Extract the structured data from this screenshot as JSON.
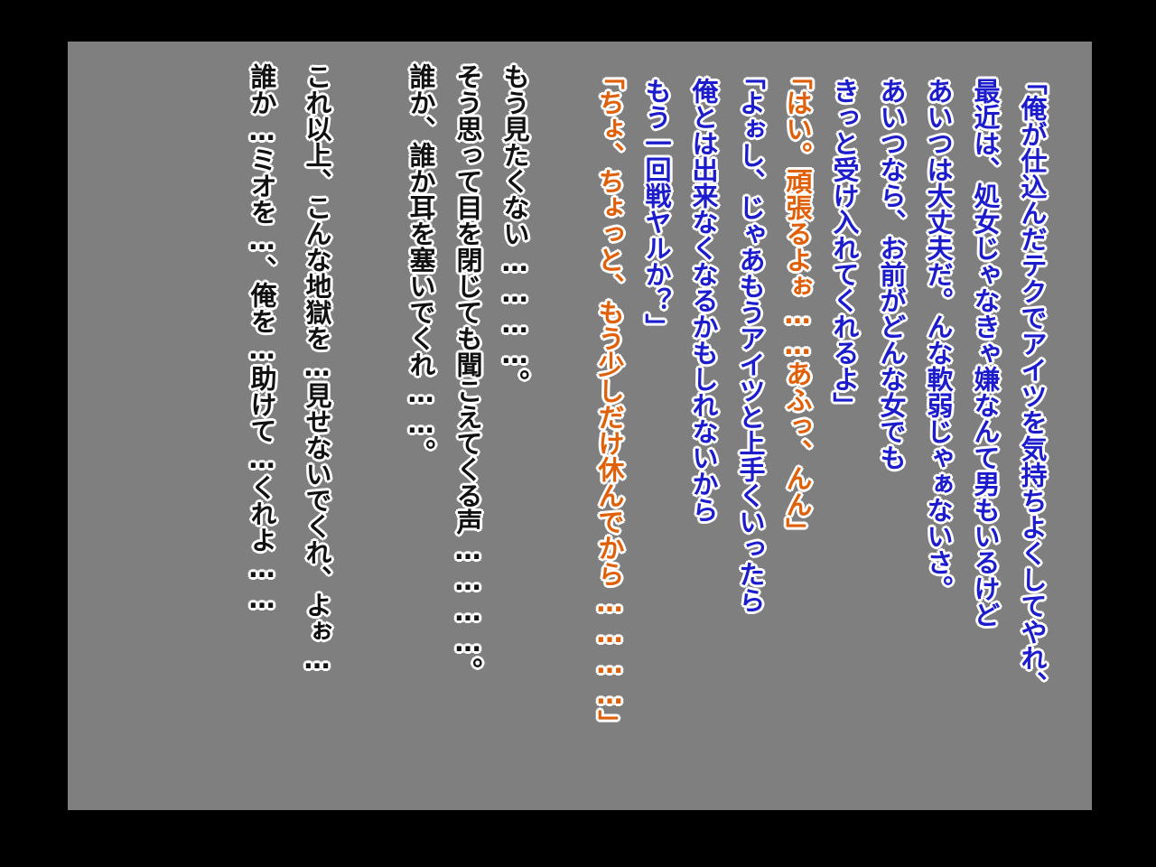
{
  "colors": {
    "background": "#000000",
    "panel": "#7f7f7f",
    "speaker_a": "#1c1ccc",
    "speaker_b": "#e0600a",
    "narration": "#111111",
    "outline": "#ffffff"
  },
  "message_window": {
    "lines": [
      {
        "text": "「俺が仕込んだテクでアイツを気持ちよくしてやれ、",
        "speaker": "a"
      },
      {
        "text": "最近は、処女じゃなきゃ嫌なんて男もいるけど",
        "speaker": "a"
      },
      {
        "text": "あいつは大丈夫だ。んな軟弱じゃぁないさ。",
        "speaker": "a"
      },
      {
        "text": "あいつなら、お前がどんな女でも",
        "speaker": "a"
      },
      {
        "text": "きっと受け入れてくれるよ」",
        "speaker": "a"
      },
      {
        "text": "「はい。頑張るよぉ……あふっ、んん」",
        "speaker": "b"
      },
      {
        "text": "「よぉし、じゃあもうアイツと上手くいったら",
        "speaker": "a"
      },
      {
        "text": "俺とは出来なくなるかもしれないから",
        "speaker": "a"
      },
      {
        "text": "もう一回戦ヤルか？」",
        "speaker": "a"
      },
      {
        "text": "「ちょ、ちょっと、もう少しだけ休んでから…………」",
        "speaker": "b"
      },
      {
        "text": "もう見たくない…………。",
        "speaker": "narration"
      },
      {
        "text": "そう思って目を閉じても聞こえてくる声…………。",
        "speaker": "narration"
      },
      {
        "text": "誰か、誰か耳を塞いでくれ……。",
        "speaker": "narration"
      },
      {
        "text": "これ以上、こんな地獄を…見せないでくれ、よぉ…",
        "speaker": "narration"
      },
      {
        "text": "誰か…ミオを…、俺を…助けて…くれよ……",
        "speaker": "narration"
      }
    ]
  }
}
